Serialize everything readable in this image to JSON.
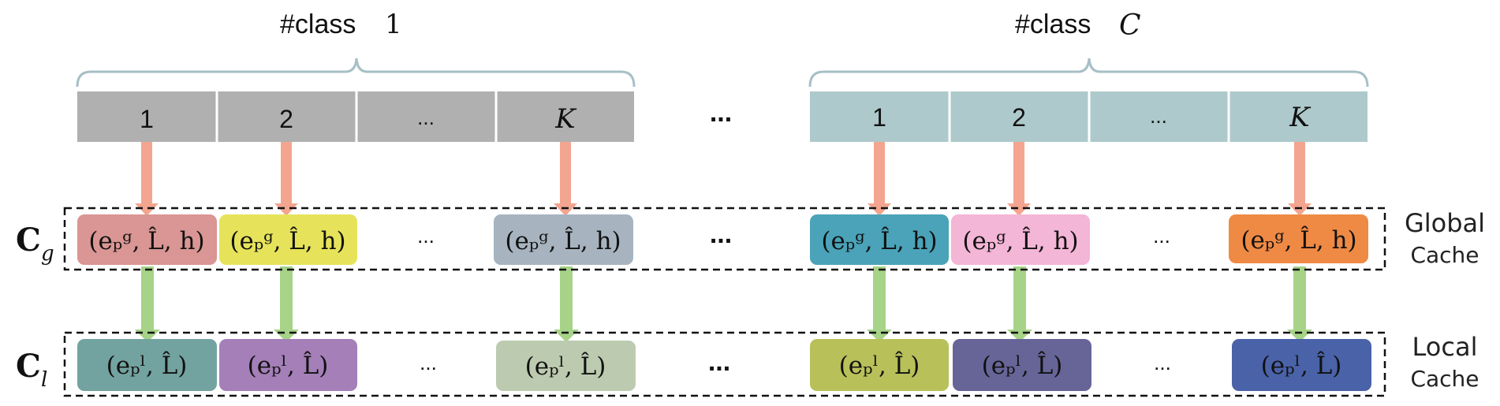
{
  "class_groups": [
    {
      "title_prefix": "#class",
      "title_index": "1",
      "header_color": "#b0b0b0",
      "slots": [
        "1",
        "2",
        "...",
        "K"
      ],
      "global_colors": [
        "#d99694",
        "#e6e35b",
        "#a7b4c0",
        null
      ],
      "local_colors": [
        "#73a3a0",
        "#a47fb8",
        "#bccbb0",
        null
      ]
    },
    {
      "title_prefix": "#class",
      "title_index": "C",
      "header_color": "#adc9cb",
      "slots": [
        "1",
        "2",
        "...",
        "K"
      ],
      "global_colors": [
        "#4aa3b8",
        "#f4b6d6",
        "#ef8a45",
        null
      ],
      "local_colors": [
        "#b8c05a",
        "#676597",
        "#4a62a8",
        null
      ]
    }
  ],
  "between_groups": "...",
  "ellipsis": "...",
  "global_cache": {
    "symbol": "C",
    "subscript": "g",
    "label_line1": "Global",
    "label_line2": "Cache",
    "entry_text": "(eₚᵍ, L̂, h)"
  },
  "local_cache": {
    "symbol": "C",
    "subscript": "l",
    "label_line1": "Local",
    "label_line2": "Cache",
    "entry_text": "(eₚˡ, L̂)"
  },
  "colors": {
    "orange_arrow": "#f3a58f",
    "green_arrow": "#a6d387",
    "bracket": "#a7bfc6"
  }
}
